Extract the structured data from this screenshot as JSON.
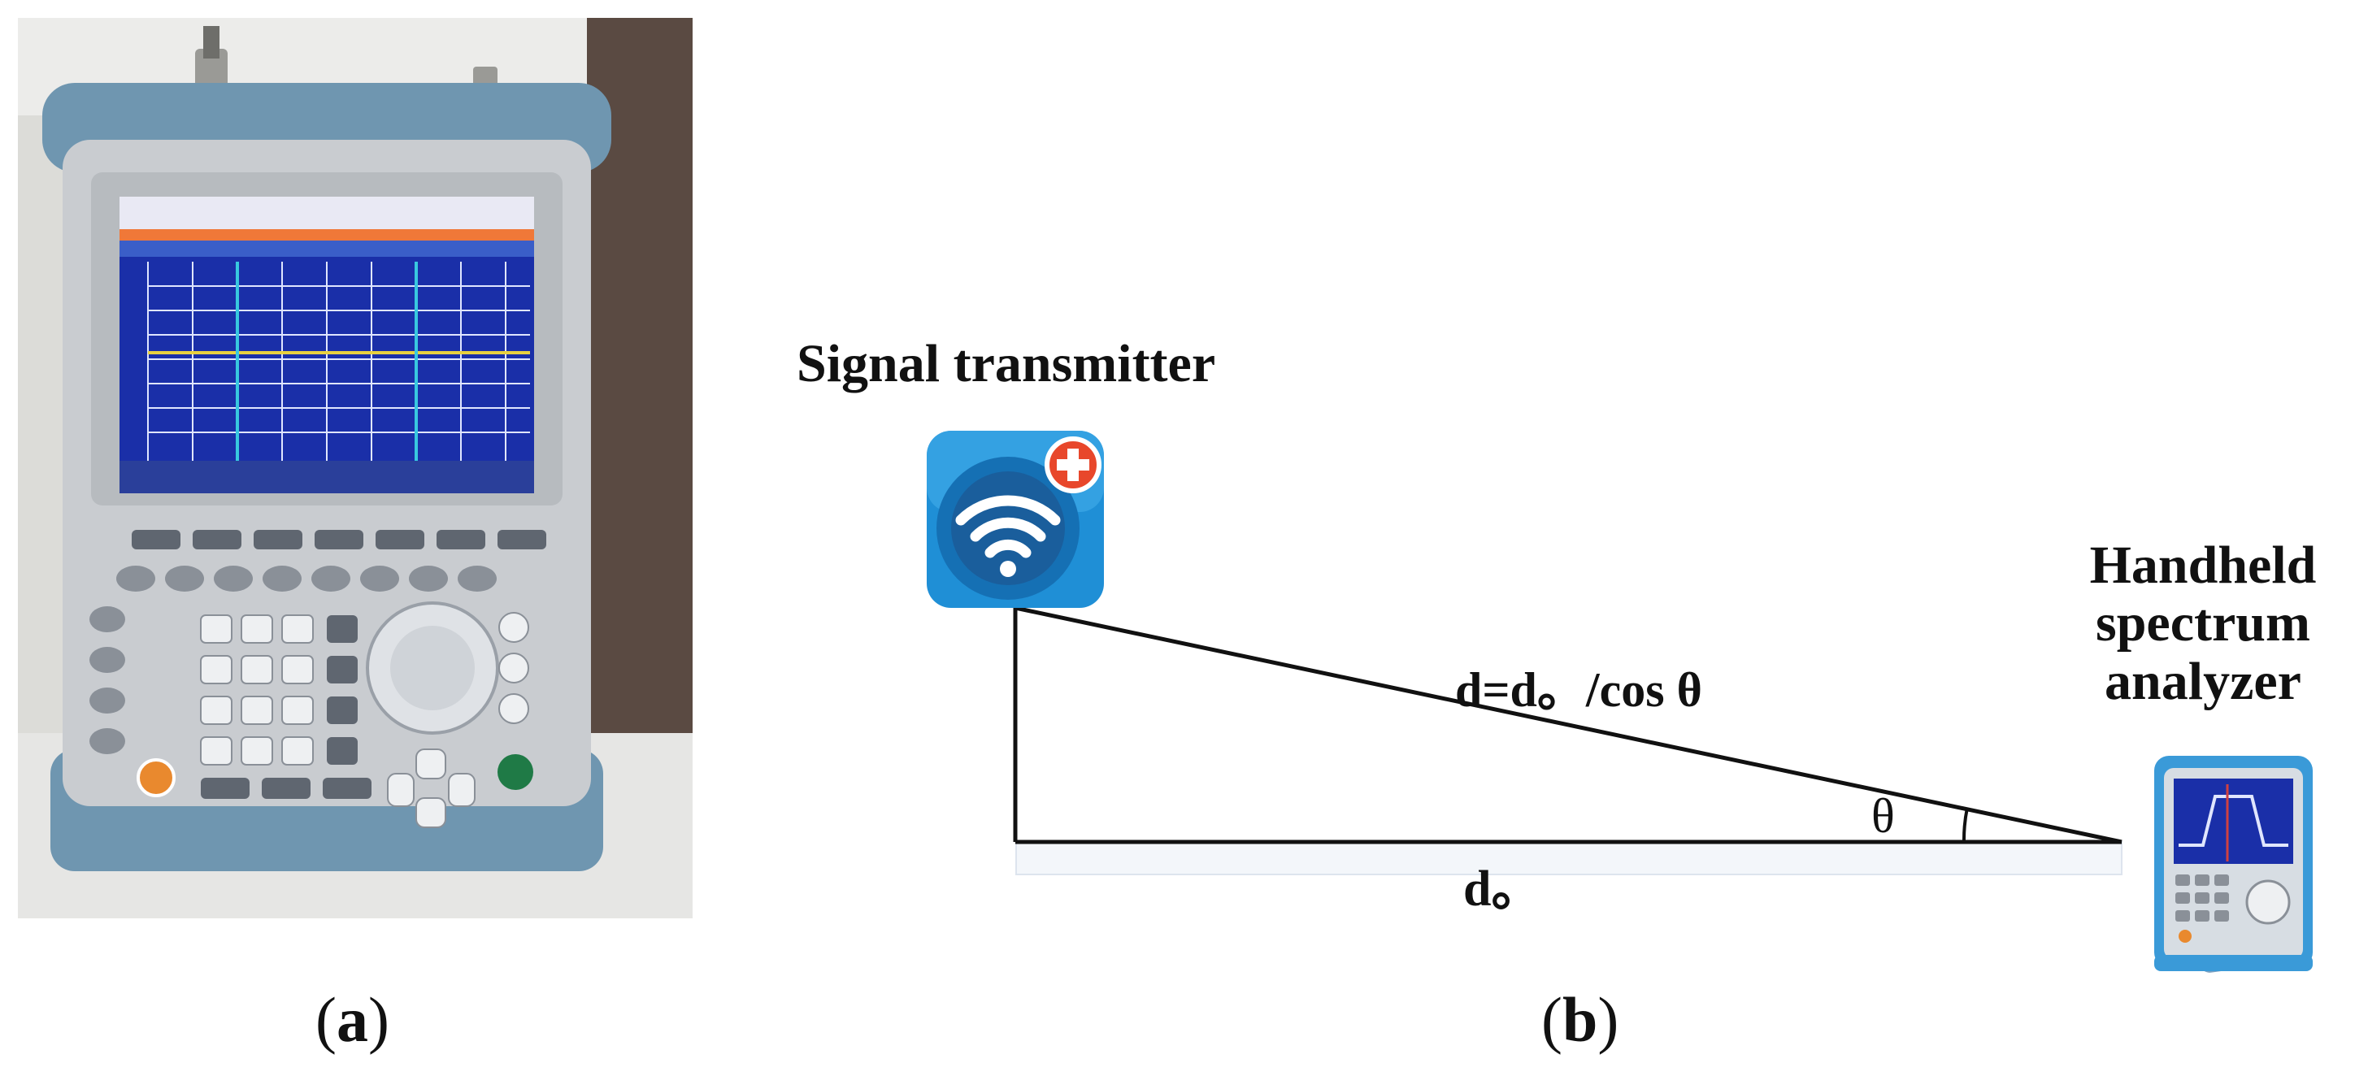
{
  "captions": {
    "a_open": "(",
    "a_letter": "a",
    "a_close": ")",
    "b_open": "(",
    "b_letter": "b",
    "b_close": ")"
  },
  "photo": {
    "device": "handheld spectrum analyzer photograph",
    "screen_color": "#1a2fa8",
    "body_color": "#c9ccd0",
    "accent_color": "#6f96b0"
  },
  "diagram": {
    "transmitter_label": "Signal transmitter",
    "analyzer_label_lines": [
      "Handheld",
      "spectrum",
      "analyzer"
    ],
    "hypotenuse_label": "d=d。/cos θ",
    "base_label": "d。",
    "angle_label": "θ",
    "transmitter_icon": "wifi-app-icon",
    "analyzer_icon": "spectrum-analyzer-icon",
    "icon_color": "#1f8fd6",
    "badge_color": "#e8472b"
  }
}
